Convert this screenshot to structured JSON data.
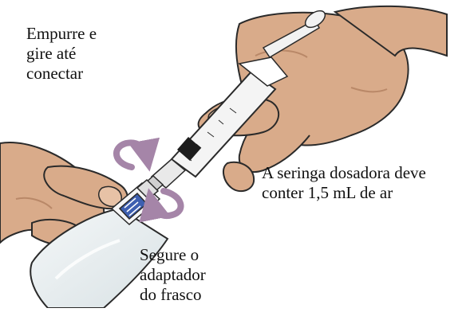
{
  "labels": {
    "push_rotate": [
      "Empurre e",
      "gire até",
      "conectar"
    ],
    "syringe_air": [
      "A seringa dosadora deve",
      "conter 1,5 mL de ar"
    ],
    "hold_adapter": [
      "Segure o",
      "adaptador",
      "do frasco"
    ]
  },
  "colors": {
    "skin": "#d9ab8a",
    "skin_shadow": "#b98868",
    "outline": "#2a2a2a",
    "rotation_arrow": "#a585a8",
    "adapter_blue": "#3d5fb0",
    "glass": "#e8eef0",
    "plunger": "#f2f2f2"
  },
  "icons": {
    "rotate_top": "curved-arrow-icon",
    "rotate_bottom": "curved-arrow-icon"
  }
}
